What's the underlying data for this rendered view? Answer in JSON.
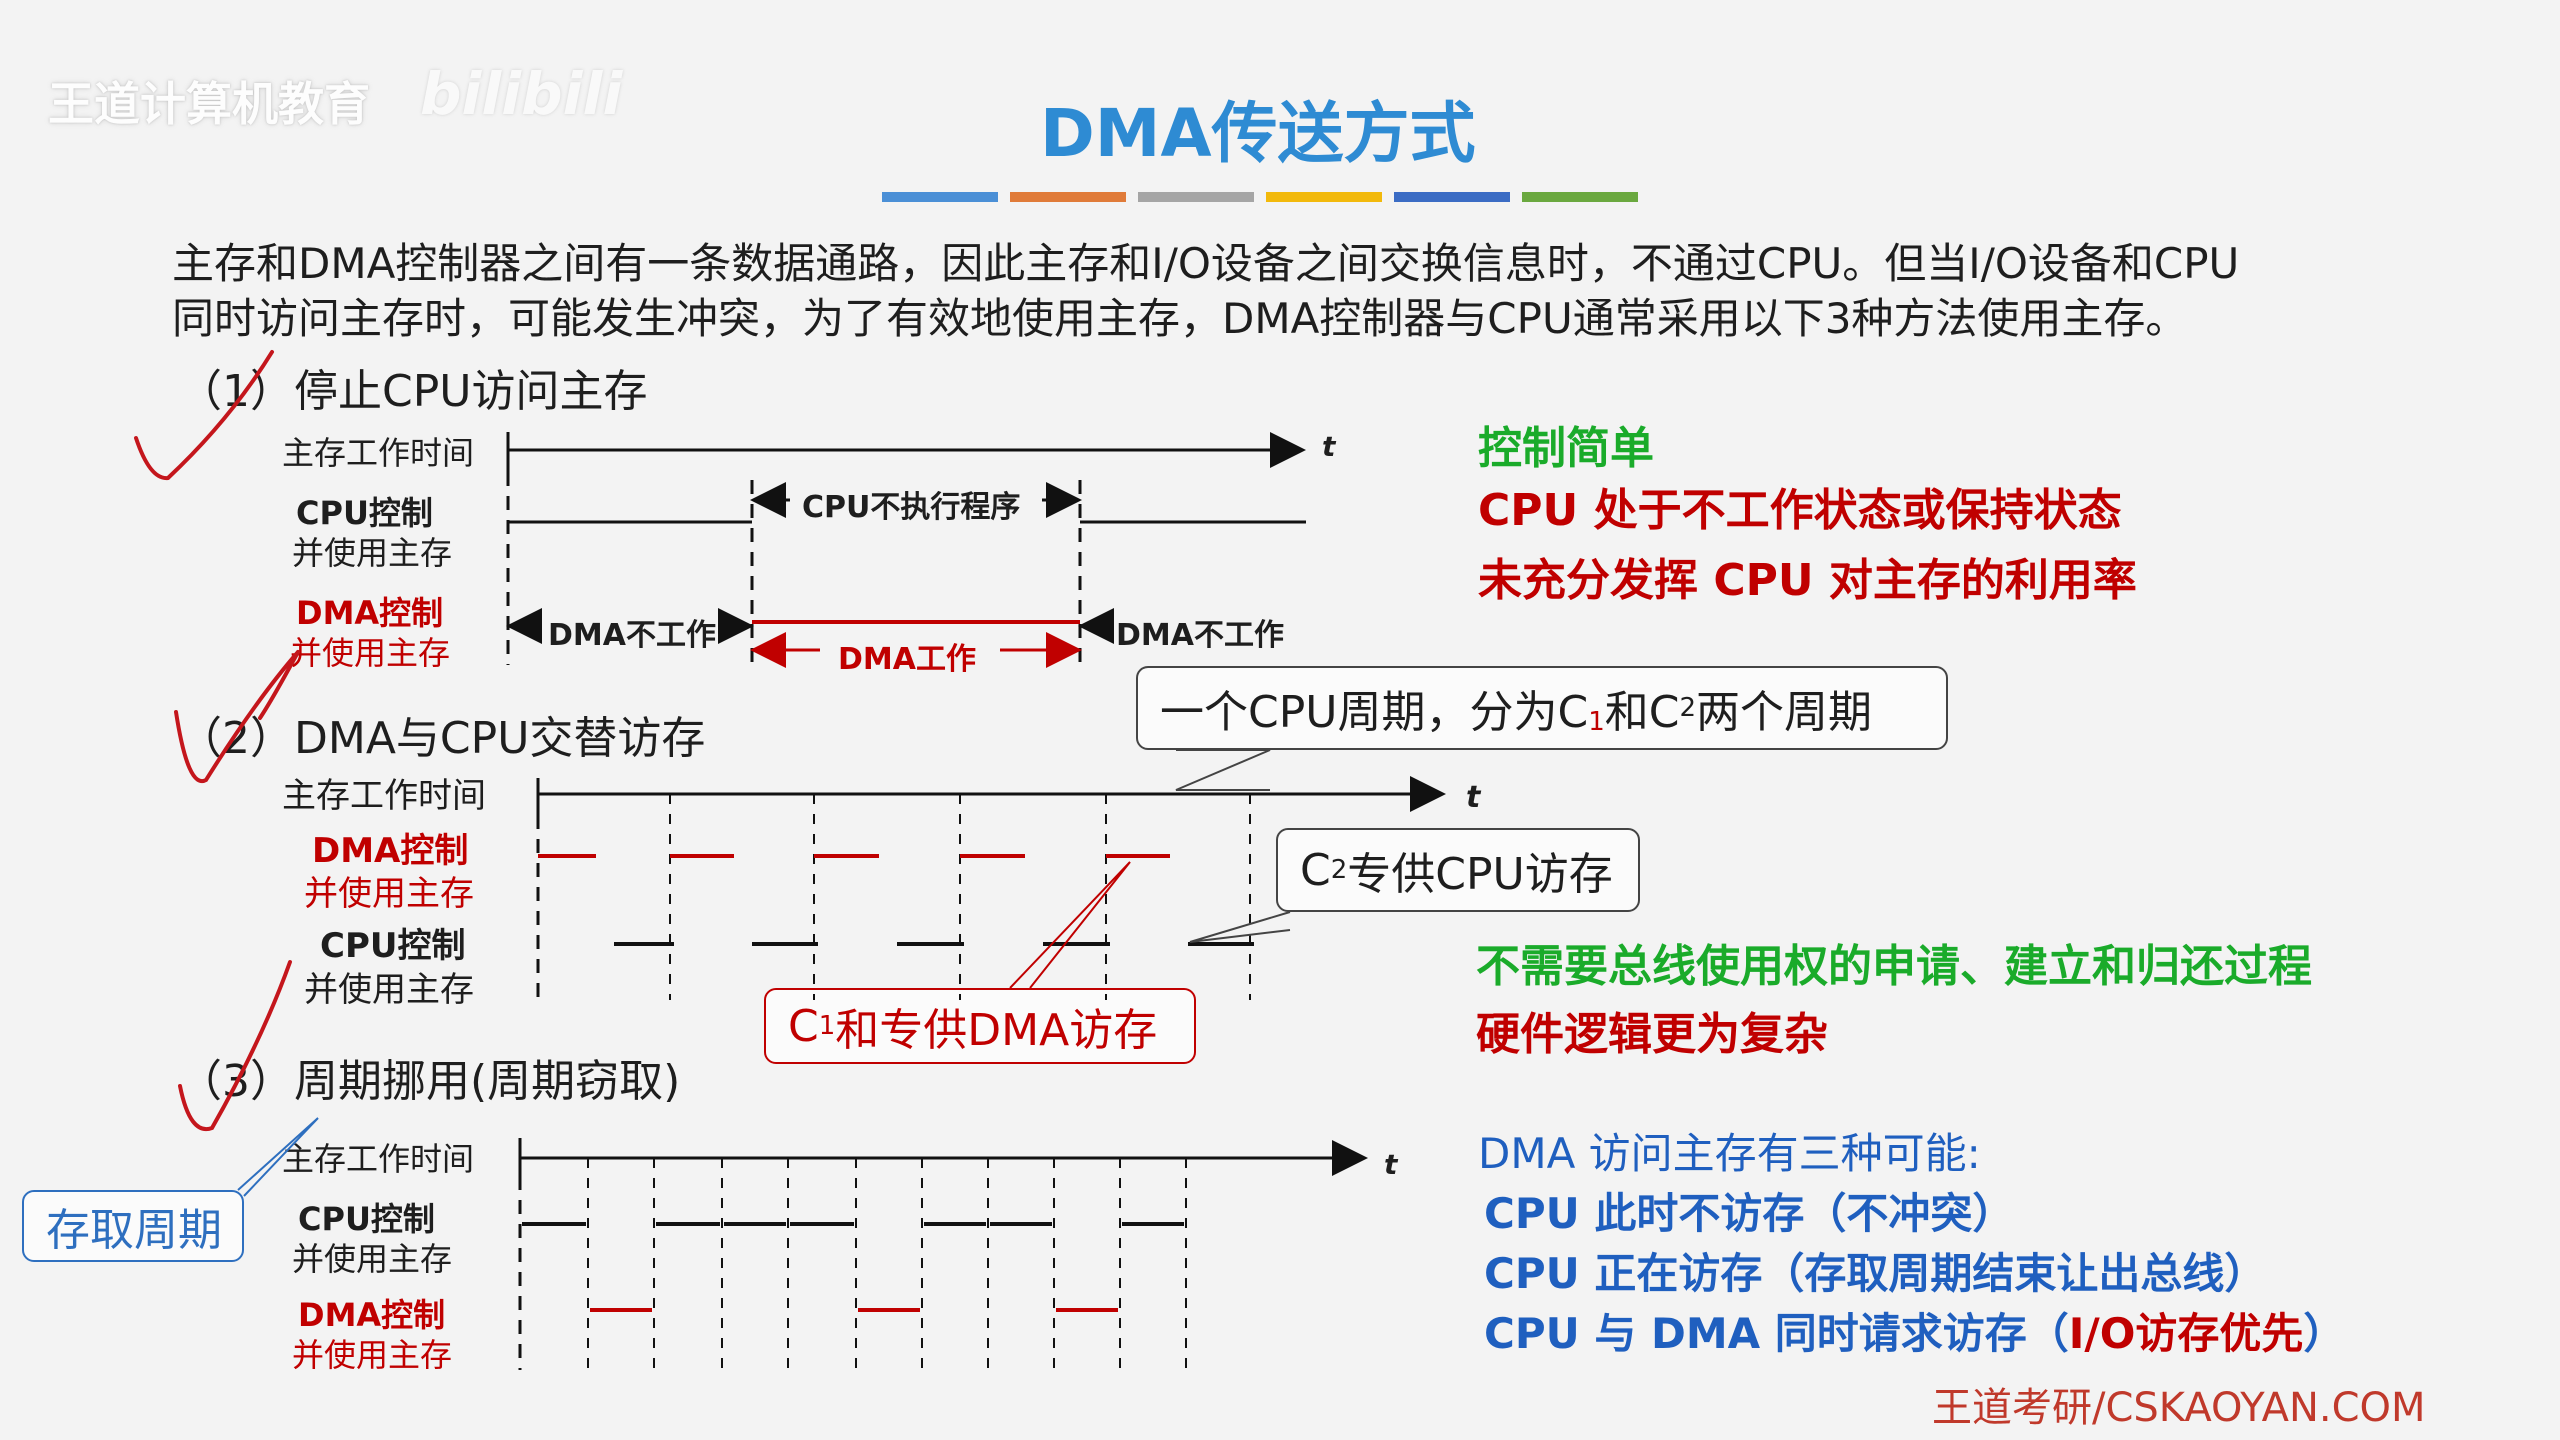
{
  "watermark": "王道计算机教育",
  "watermark_logo": "bilibili",
  "title": "DMA传送方式",
  "title_bar_colors": [
    "#4a8fd6",
    "#e07b39",
    "#a5a5a5",
    "#f2b90b",
    "#3b6cc4",
    "#6aa83f"
  ],
  "intro": {
    "line1": "主存和DMA控制器之间有一条数据通路，因此主存和I/O设备之间交换信息时，不通过CPU。但当I/O设备和CPU",
    "line2": "同时访问主存时，可能发生冲突，为了有效地使用主存，DMA控制器与CPU通常采用以下3种方法使用主存。"
  },
  "method1": {
    "heading": "（1）停止CPU访问主存",
    "row_mem": "主存工作时间",
    "row_cpu_1": "CPU控制",
    "row_cpu_2": "并使用主存",
    "row_dma_1": "DMA控制",
    "row_dma_2": "并使用主存",
    "t": "t",
    "cpu_idle": "CPU不执行程序",
    "dma_off_left": "DMA不工作",
    "dma_on": "DMA工作",
    "dma_off_right": "DMA不工作",
    "notes": [
      "控制简单",
      "CPU 处于不工作状态或保持状态",
      "未充分发挥 CPU 对主存的利用率"
    ]
  },
  "method2": {
    "heading": "（2）DMA与CPU交替访存",
    "row_mem": "主存工作时间",
    "row_dma_1": "DMA控制",
    "row_dma_2": "并使用主存",
    "row_cpu_1": "CPU控制",
    "row_cpu_2": "并使用主存",
    "t": "t",
    "callout_cycle": {
      "pre": "一个CPU周期，分为C",
      "sub1": "1",
      "mid": "和C",
      "sub2": "2",
      "post": "两个周期"
    },
    "callout_c2": {
      "pre": "C",
      "sub": "2",
      "post": "专供CPU访存"
    },
    "callout_c1": {
      "pre": "C",
      "sub": "1",
      "post": "和专供DMA访存"
    },
    "notes": [
      "不需要总线使用权的申请、建立和归还过程",
      "硬件逻辑更为复杂"
    ]
  },
  "method3": {
    "heading": "（3）周期挪用(周期窃取)",
    "row_mem": "主存工作时间",
    "row_cpu_1": "CPU控制",
    "row_cpu_2": "并使用主存",
    "row_dma_1": "DMA控制",
    "row_dma_2": "并使用主存",
    "t": "t",
    "callout_access": "存取周期",
    "notes": [
      "DMA 访问主存有三种可能:",
      "CPU 此时不访存（不冲突）",
      "CPU 正在访存（存取周期结束让出总线）",
      "CPU 与 DMA 同时请求访存（",
      "I/O访存优先",
      "）"
    ]
  },
  "footer": "王道考研/CSKAOYAN.COM",
  "colors": {
    "title": "#2e8bd3",
    "red": "#c00000",
    "green": "#1aab2a",
    "blue": "#1f5fbf",
    "footer": "#c0392b"
  }
}
